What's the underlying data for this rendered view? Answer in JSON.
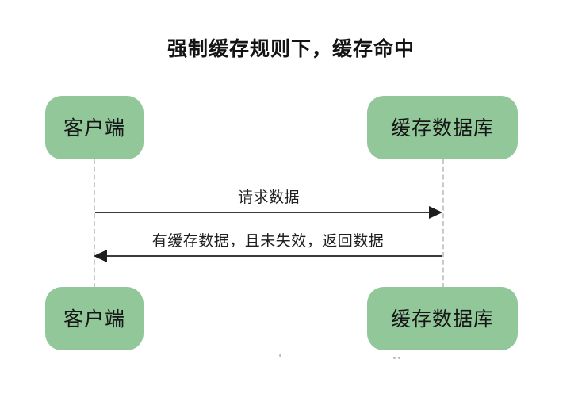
{
  "diagram": {
    "type": "sequence-diagram",
    "title": "强制缓存规则下，缓存命中",
    "background_color": "#ffffff",
    "participant_color": "#92c79a",
    "line_color": "#3a3a3a",
    "lifeline_color": "#c9c9c9",
    "participants": [
      {
        "id": "client",
        "label": "客户端"
      },
      {
        "id": "cache",
        "label": "缓存数据库"
      }
    ],
    "participants_bottom": [
      {
        "id": "client",
        "label": "客户端"
      },
      {
        "id": "cache",
        "label": "缓存数据库"
      }
    ],
    "messages": [
      {
        "id": "request",
        "label": "请求数据",
        "from": "client",
        "to": "cache",
        "direction": "right",
        "style": "solid",
        "arrow": "filled"
      },
      {
        "id": "response",
        "label": "有缓存数据，且未失效，返回数据",
        "from": "cache",
        "to": "client",
        "direction": "left",
        "style": "solid",
        "arrow": "filled"
      }
    ]
  }
}
